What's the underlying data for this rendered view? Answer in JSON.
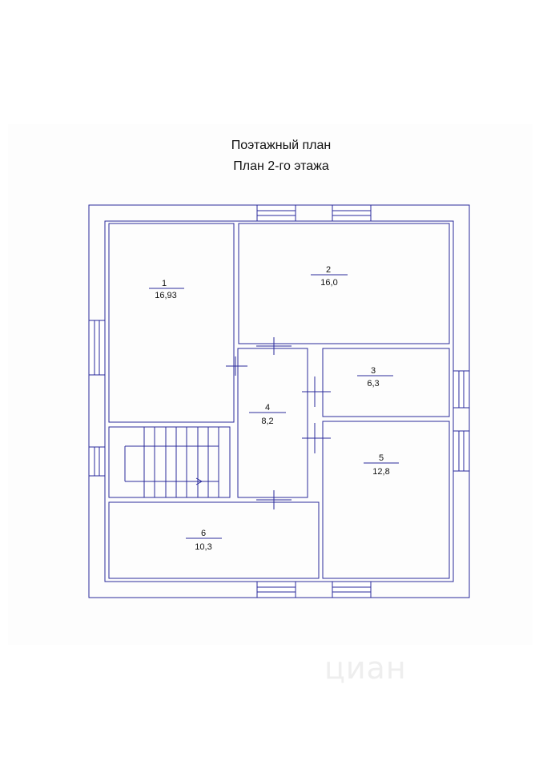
{
  "header": {
    "title_line1": "Поэтажный план",
    "title_line2": "План 2-го этажа"
  },
  "colors": {
    "line": "#2a2a9c",
    "text": "#111111"
  },
  "rooms": [
    {
      "number": "1",
      "area": "16,93"
    },
    {
      "number": "2",
      "area": "16,0"
    },
    {
      "number": "3",
      "area": "6,3"
    },
    {
      "number": "4",
      "area": "8,2"
    },
    {
      "number": "5",
      "area": "12,8"
    },
    {
      "number": "6",
      "area": "10,3"
    }
  ],
  "watermark": "циан"
}
